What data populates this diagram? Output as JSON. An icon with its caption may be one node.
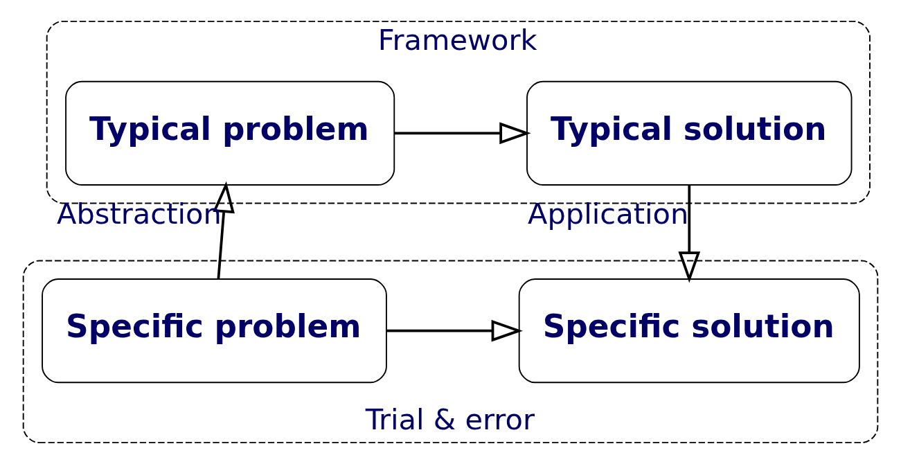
{
  "diagram": {
    "nodes": [
      {
        "text": [
          "Framework"
        ]
      },
      {
        "text": [
          "Typical problem"
        ],
        "in": 0
      },
      {
        "text": [
          "Typical solution"
        ],
        "in": 0
      },
      {
        "text": [
          "Trial & error"
        ]
      },
      {
        "text": [
          "Specific problem"
        ],
        "in": 3
      },
      {
        "text": [
          "Specific solution"
        ],
        "in": 3
      }
    ],
    "edges": [
      {
        "from": 1,
        "to": 2,
        "arrow": "to"
      },
      {
        "from": 4,
        "to": 1,
        "arrow": "to",
        "label": "Abstraction"
      },
      {
        "from": 2,
        "to": 5,
        "arrow": "to",
        "label": "Application"
      },
      {
        "from": 4,
        "to": 5,
        "arrow": "to"
      }
    ]
  }
}
